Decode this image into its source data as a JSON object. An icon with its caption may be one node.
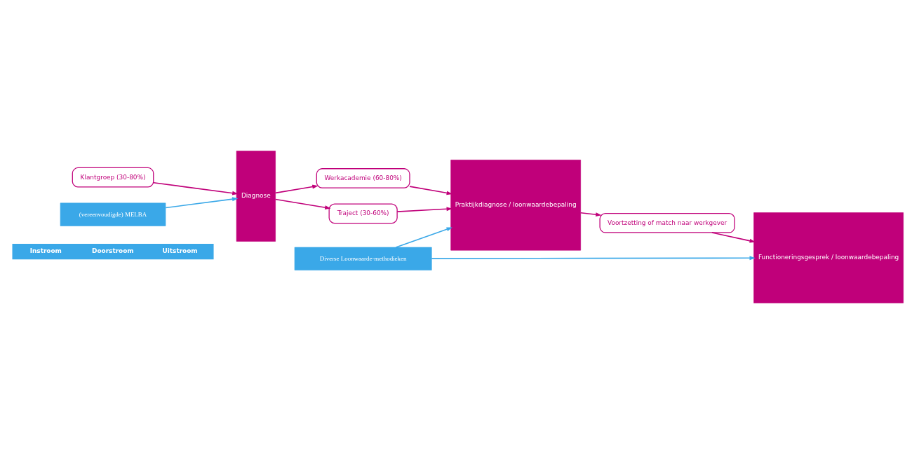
{
  "diagram": {
    "nodes": [
      {
        "text": [
          "Instroom",
          "Doorstroom",
          "Uitstroom"
        ]
      },
      {
        "text": [
          "Klantgroep (30-80%)"
        ]
      },
      {
        "text": [
          "Diagnose"
        ]
      },
      {
        "text": [
          "Werkacademie (60-80%)"
        ]
      },
      {
        "text": [
          "Traject (30-60%)"
        ]
      },
      {
        "text": [
          "Praktijkdiagnose / loonwaardebepaling"
        ]
      },
      {
        "text": [
          "Voortzetting of match naar werkgever"
        ]
      },
      {
        "text": [
          "Functioneringsgesprek / loonwaardebepaling"
        ]
      },
      {
        "text": [
          "(vereenvoudigde) MELBA"
        ]
      },
      {
        "text": [
          "Diverse Loonwaarde-methodieken"
        ]
      }
    ],
    "edges": [
      {
        "from": 1,
        "to": 2,
        "arrow": "to"
      },
      {
        "from": 2,
        "to": 3,
        "arrow": "to"
      },
      {
        "from": 2,
        "to": 4,
        "arrow": "to"
      },
      {
        "from": 3,
        "to": 5,
        "arrow": "to"
      },
      {
        "from": 4,
        "to": 5,
        "arrow": "to"
      },
      {
        "from": 5,
        "to": 6,
        "arrow": "to"
      },
      {
        "from": 6,
        "to": 7,
        "arrow": "to"
      },
      {
        "from": 8,
        "to": 2,
        "arrow": "to",
        "color": "#3aa8e8"
      },
      {
        "from": 9,
        "to": 5,
        "arrow": "to",
        "color": "#3aa8e8"
      },
      {
        "from": 9,
        "to": 7,
        "arrow": "to",
        "color": "#3aa8e8"
      }
    ]
  }
}
